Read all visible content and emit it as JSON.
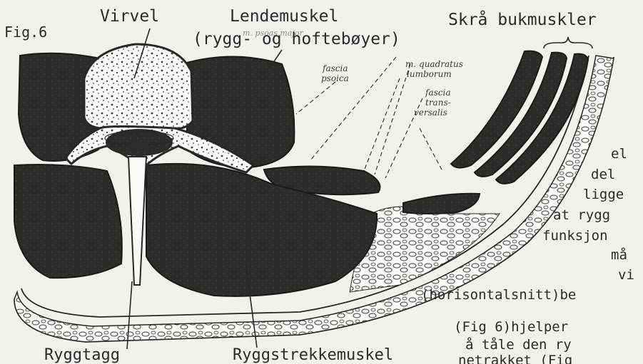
{
  "figure": {
    "fig_number": "Fig.6",
    "labels": {
      "vertebra": "Virvel",
      "psoas_title": "Lendemuskel",
      "psoas_subtitle": "(rygg- og hoftebøyer)",
      "m_psoas_major": "m. psoas major",
      "fascia_psoica_1": "fascia",
      "fascia_psoica_2": "psoica",
      "quadratus_1": "m. quadratus",
      "quadratus_2": "lumborum",
      "fascia_trans_1": "fascia",
      "fascia_trans_2": "trans-",
      "fascia_trans_3": "versalis",
      "obliques": "Skrå bukmuskler",
      "spinous": "Ryggtagg",
      "erector": "Ryggstrekkemuskel"
    },
    "body_text": [
      "el",
      "del",
      "ligge",
      "at rygg",
      "funksjon",
      "må",
      "vi",
      "(horisontalsnitt)be",
      "(Fig 6)hjelper",
      "å tåle den ry",
      "netrakket (Fig"
    ]
  }
}
